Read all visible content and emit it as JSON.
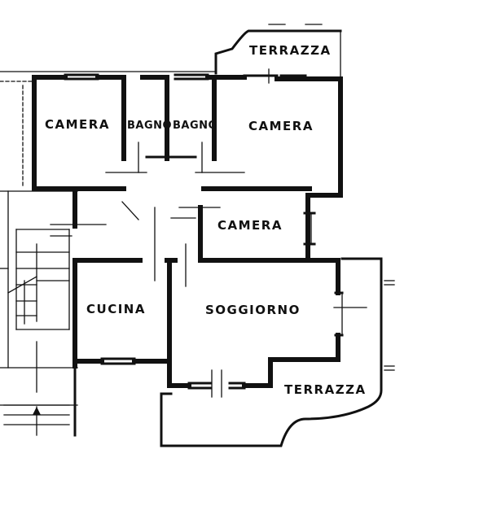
{
  "rooms": {
    "camera_left": "CAMERA",
    "bagno_1": "BAGNO",
    "bagno_2": "BAGNO",
    "camera_right": "CAMERA",
    "camera_middle": "CAMERA",
    "cucina": "CUCINA",
    "soggiorno": "SOGGIORNO",
    "terrazza_top": "TERRAZZA",
    "terrazza_bottom": "TERRAZZA"
  }
}
